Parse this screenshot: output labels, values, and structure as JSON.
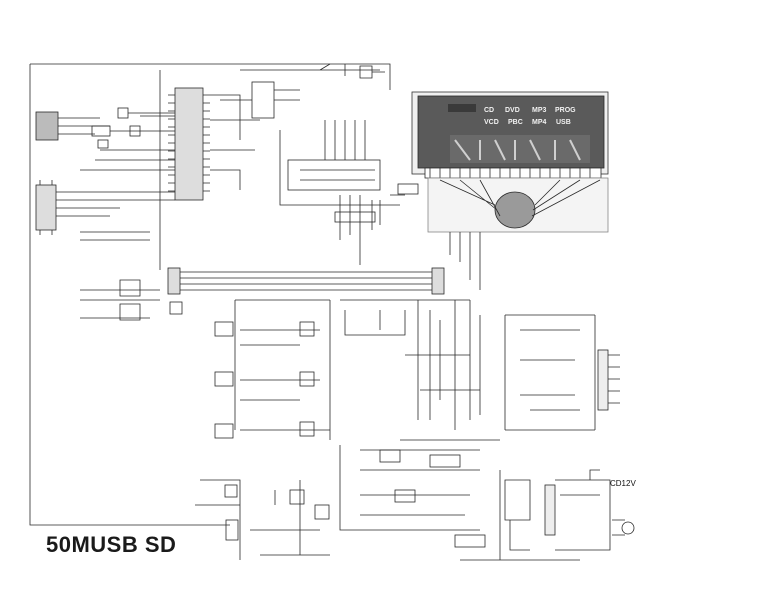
{
  "model_label": "50MUSB SD",
  "power_label": "CD12V",
  "display": {
    "segments_row1": [
      "CD",
      "DVD",
      "MP3",
      "PROG"
    ],
    "segments_row2": [
      "VCD",
      "PBC",
      "MP4",
      "USB"
    ]
  },
  "colors": {
    "line": "#2a2a2a",
    "display_panel": "#5a5a5a",
    "display_frame": "#9a9a9a",
    "background": "#ffffff"
  }
}
